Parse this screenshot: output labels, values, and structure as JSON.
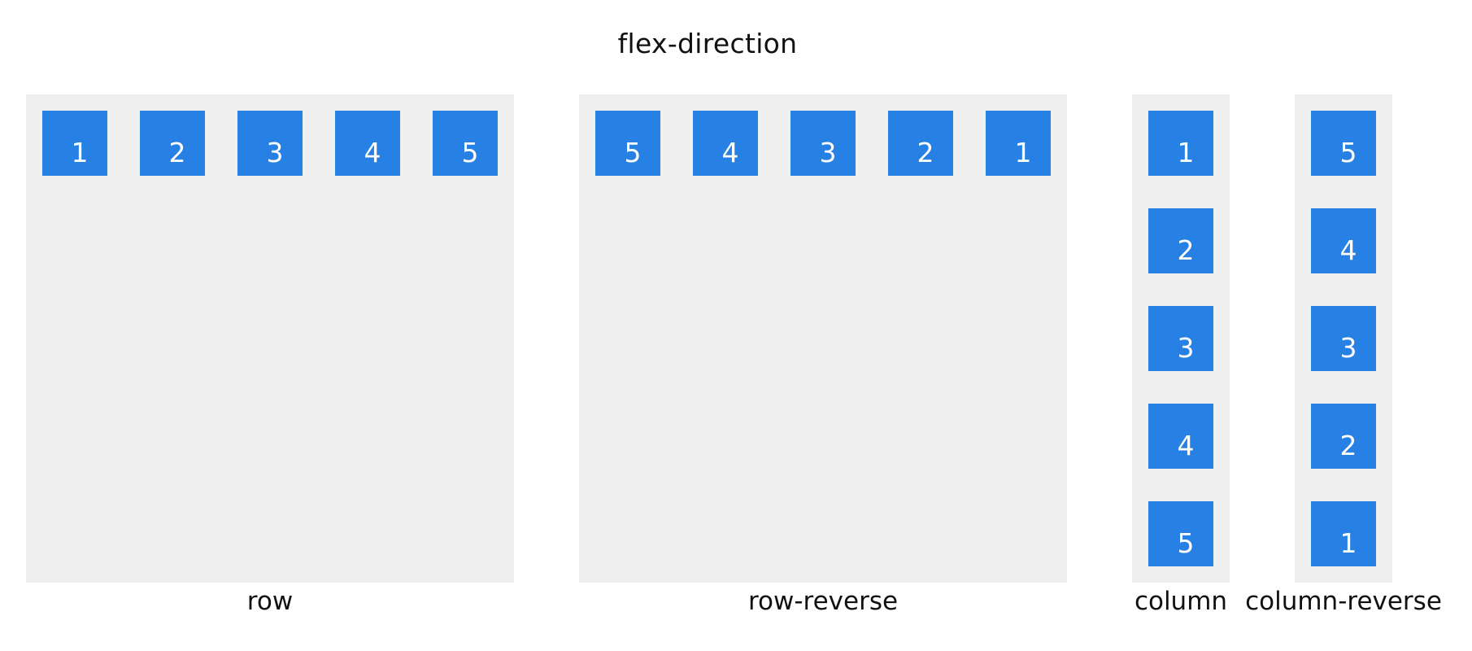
{
  "title": "flex-direction",
  "accent_color": "#2780e3",
  "panel_color": "#efefef",
  "panels": [
    {
      "caption": "row",
      "items": [
        "1",
        "2",
        "3",
        "4",
        "5"
      ]
    },
    {
      "caption": "row-reverse",
      "items": [
        "5",
        "4",
        "3",
        "2",
        "1"
      ]
    },
    {
      "caption": "column",
      "items": [
        "1",
        "2",
        "3",
        "4",
        "5"
      ]
    },
    {
      "caption": "column-reverse",
      "items": [
        "5",
        "4",
        "3",
        "2",
        "1"
      ]
    }
  ]
}
